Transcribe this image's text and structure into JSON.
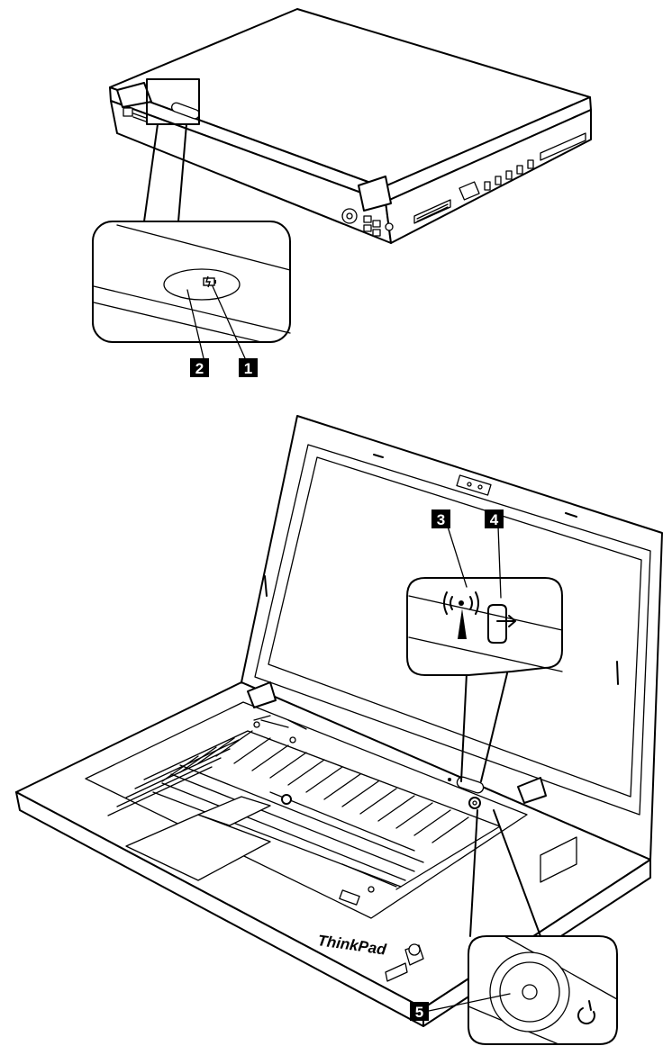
{
  "colors": {
    "line": "#000000",
    "background": "#ffffff",
    "callout_fill": "#000000",
    "callout_text": "#ffffff"
  },
  "brand_logo": "ThinkPad",
  "callouts": [
    {
      "number": "1",
      "indicator_icon": "battery-status-icon"
    },
    {
      "number": "2",
      "indicator_icon": "sleep-moon-icon"
    },
    {
      "number": "3",
      "indicator_icon": "wireless-antenna-icon"
    },
    {
      "number": "4",
      "indicator_icon": "device-access-icon"
    },
    {
      "number": "5",
      "indicator_icon": "power-button-icon"
    }
  ]
}
